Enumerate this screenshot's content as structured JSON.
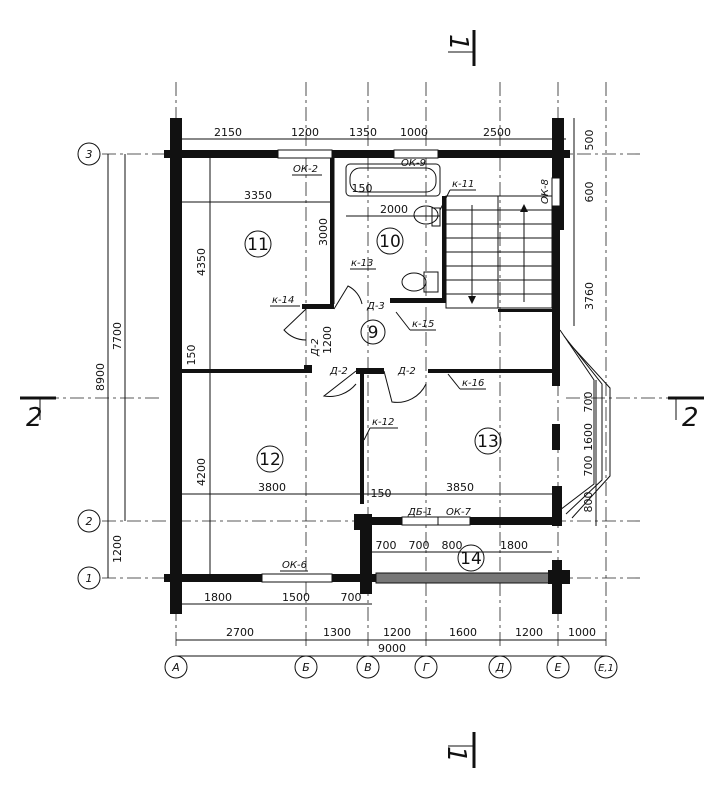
{
  "axes_x": [
    "А",
    "Б",
    "В",
    "Г",
    "Д",
    "Е",
    "Е,1"
  ],
  "axes_y": [
    "3",
    "2",
    "1"
  ],
  "section_cuts": [
    "1",
    "2",
    "2",
    "1"
  ],
  "rooms": [
    "11",
    "10",
    "9",
    "12",
    "13",
    "14"
  ],
  "labels": {
    "ok2": "ОК-2",
    "ok9": "ОК-9",
    "ok8": "ОК-8",
    "ok6": "ОК-6",
    "ok7": "ОК-7",
    "db1": "ДБ-1",
    "d2a": "Д-2",
    "d2b": "Д-2",
    "d2c": "Д-2",
    "d3": "Д-3",
    "k11": "к-11",
    "k12": "к-12",
    "k13": "к-13",
    "k14": "к-14",
    "k15": "к-15",
    "k16": "к-16"
  },
  "dims": {
    "top": [
      "2150",
      "1200",
      "1350",
      "1000",
      "2500"
    ],
    "right_top": [
      "500",
      "600",
      "3760"
    ],
    "right_bay": [
      "700",
      "1600",
      "700",
      "800"
    ],
    "left_outer": [
      "8900",
      "7700",
      "1200"
    ],
    "left_inner": [
      "4350",
      "150",
      "4200"
    ],
    "bottom1": [
      "1800",
      "1500",
      "700"
    ],
    "bottom2": [
      "2700",
      "1300",
      "1200",
      "1600",
      "1200",
      "1000"
    ],
    "total": "9000",
    "room11_w": "3350",
    "room11_d1": "150",
    "room10_w": "2000",
    "room10_h": "3000",
    "d9": "1200",
    "room12_w": "3800",
    "mid150": "150",
    "room13_w": "3850",
    "b14": [
      "700",
      "700",
      "800",
      "1800"
    ]
  }
}
